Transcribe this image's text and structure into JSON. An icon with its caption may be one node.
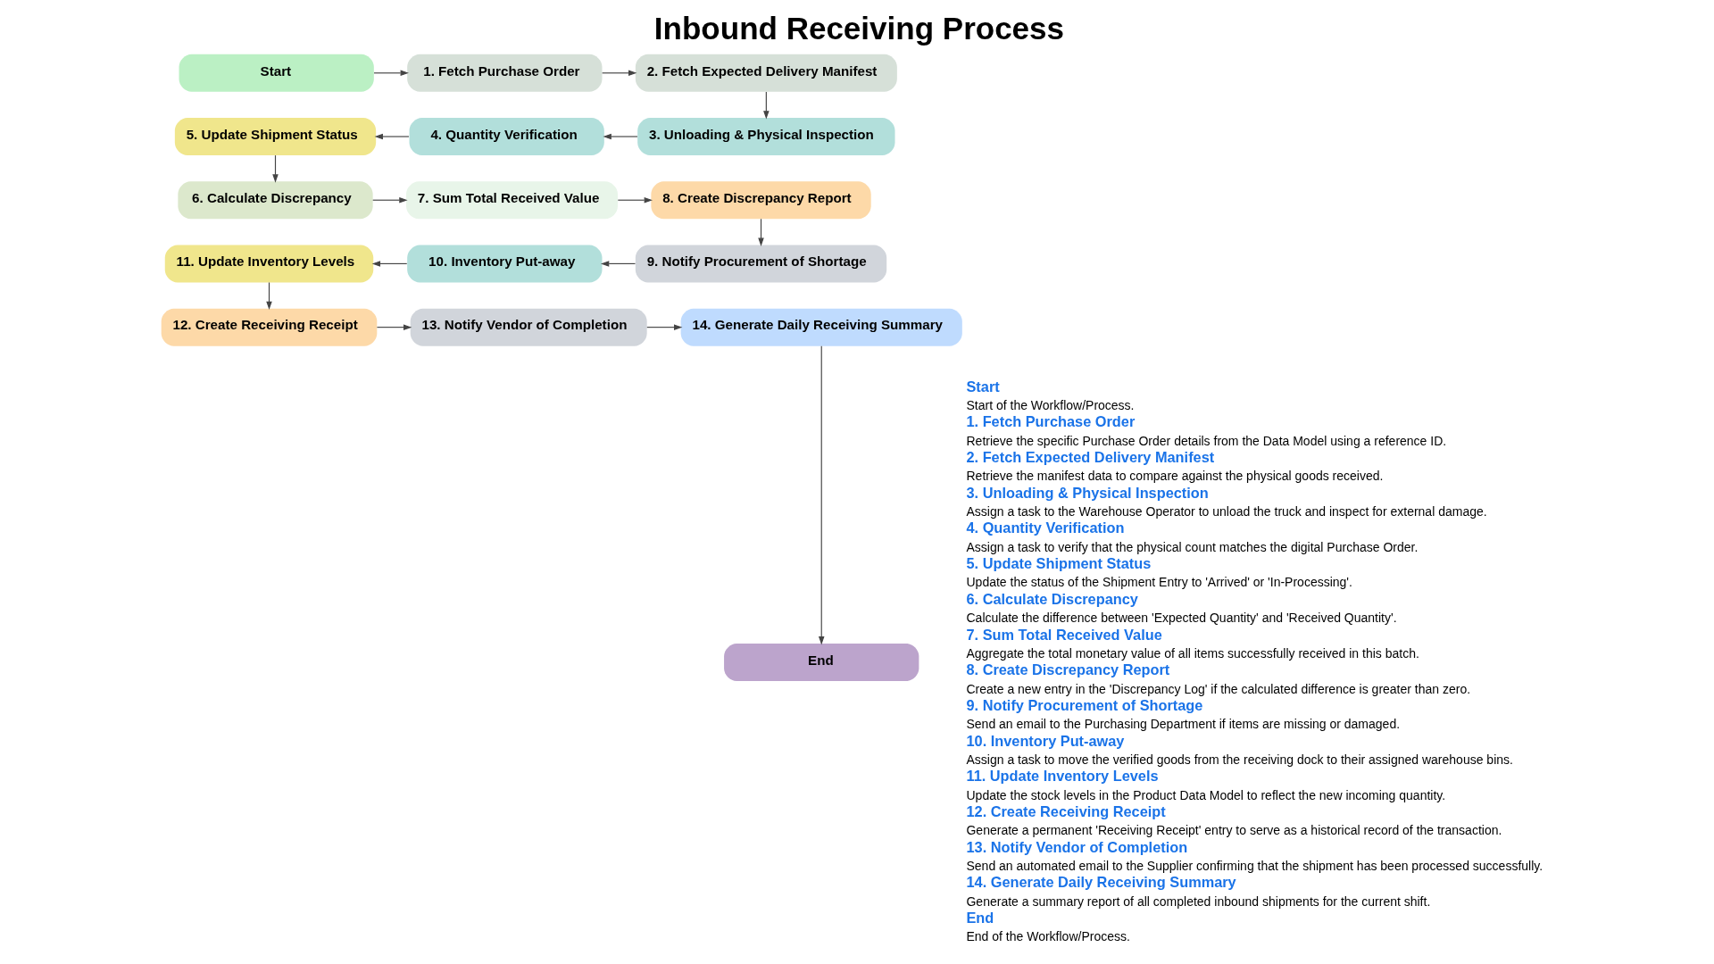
{
  "diagram": {
    "title": "Inbound Receiving Process",
    "nodes": [
      {
        "text": [
          "Start"
        ]
      },
      {
        "text": [
          "1. Fetch Purchase Order"
        ]
      },
      {
        "text": [
          "2. Fetch Expected Delivery Manifest"
        ]
      },
      {
        "text": [
          "3. Unloading & Physical Inspection"
        ]
      },
      {
        "text": [
          "4. Quantity Verification"
        ]
      },
      {
        "text": [
          "5. Update Shipment Status"
        ]
      },
      {
        "text": [
          "6. Calculate Discrepancy"
        ]
      },
      {
        "text": [
          "7. Sum Total Received Value"
        ]
      },
      {
        "text": [
          "8. Create Discrepancy Report"
        ]
      },
      {
        "text": [
          "9. Notify Procurement of Shortage"
        ]
      },
      {
        "text": [
          "10. Inventory Put-away"
        ]
      },
      {
        "text": [
          "11. Update Inventory Levels"
        ]
      },
      {
        "text": [
          "12. Create Receiving Receipt"
        ]
      },
      {
        "text": [
          "13. Notify Vendor of Completion"
        ]
      },
      {
        "text": [
          "14. Generate Daily Receiving Summary"
        ]
      },
      {
        "text": [
          "End"
        ]
      }
    ],
    "edges": [
      {
        "from": 0,
        "to": 1,
        "arrow": "to"
      },
      {
        "from": 1,
        "to": 2,
        "arrow": "to"
      },
      {
        "from": 2,
        "to": 3,
        "arrow": "to"
      },
      {
        "from": 3,
        "to": 4,
        "arrow": "to"
      },
      {
        "from": 4,
        "to": 5,
        "arrow": "to"
      },
      {
        "from": 5,
        "to": 6,
        "arrow": "to"
      },
      {
        "from": 6,
        "to": 7,
        "arrow": "to"
      },
      {
        "from": 7,
        "to": 8,
        "arrow": "to"
      },
      {
        "from": 8,
        "to": 9,
        "arrow": "to"
      },
      {
        "from": 9,
        "to": 10,
        "arrow": "to"
      },
      {
        "from": 10,
        "to": 11,
        "arrow": "to"
      },
      {
        "from": 11,
        "to": 12,
        "arrow": "to"
      },
      {
        "from": 12,
        "to": 13,
        "arrow": "to"
      },
      {
        "from": 13,
        "to": 14,
        "arrow": "to"
      },
      {
        "from": 14,
        "to": 15,
        "arrow": "to"
      }
    ],
    "labels": [
      "Start",
      "Start of the Workflow/Process.",
      "1. Fetch Purchase Order",
      "Retrieve the specific Purchase Order details from the Data Model using a reference ID.",
      "2. Fetch Expected Delivery Manifest",
      "Retrieve the manifest data to compare against the physical goods received.",
      "3. Unloading & Physical Inspection",
      "Assign a task to the Warehouse Operator to unload the truck and inspect for external damage.",
      "4. Quantity Verification",
      "Assign a task to verify that the physical count matches the digital Purchase Order.",
      "5. Update Shipment Status",
      "Update the status of the Shipment Entry to 'Arrived' or 'In-Processing'.",
      "6. Calculate Discrepancy",
      "Calculate the difference between 'Expected Quantity' and 'Received Quantity'.",
      "7. Sum Total Received Value",
      "Aggregate the total monetary value of all items successfully received in this batch.",
      "8. Create Discrepancy Report",
      "Create a new entry in the 'Discrepancy Log' if the calculated difference is greater than zero.",
      "9. Notify Procurement of Shortage",
      "Send an email to the Purchasing Department if items are missing or damaged.",
      "10. Inventory Put-away",
      "Assign a task to move the verified goods from the receiving dock to their assigned warehouse bins.",
      "11. Update Inventory Levels",
      "Update the stock levels in the Product Data Model to reflect the new incoming quantity.",
      "12. Create Receiving Receipt",
      "Generate a permanent 'Receiving Receipt' entry to serve as a historical record of the transaction.",
      "13. Notify Vendor of Completion",
      "Send an automated email to the Supplier confirming that the shipment has been processed successfully.",
      "14. Generate Daily Receiving Summary",
      "Generate a summary report of all completed inbound shipments for the current shift.",
      "End",
      "End of the Workflow/Process."
    ]
  }
}
